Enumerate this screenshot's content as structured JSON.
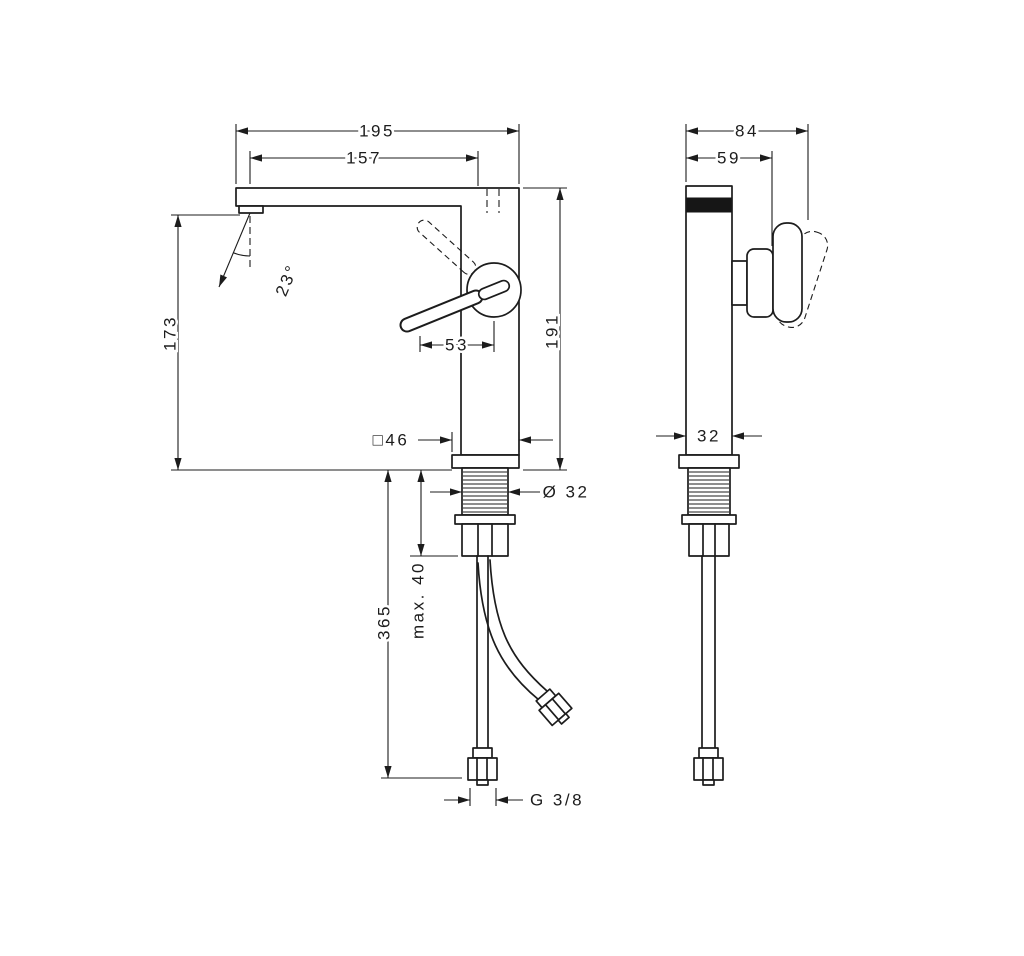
{
  "drawing": {
    "background": "#ffffff",
    "ink": "#1c1c1c"
  },
  "dimensions": {
    "reach_total": "195",
    "reach_spout": "157",
    "spray_angle": "23°",
    "height_spout_underside": "173",
    "height_total": "191",
    "handle_length": "53",
    "base_square": "□46",
    "shank_diameter": "Ø 32",
    "mounting_max": "max. 40",
    "hose_length": "365",
    "thread": "G 3/8",
    "front_depth_total": "84",
    "front_depth_handle": "59",
    "front_width_body": "32"
  }
}
